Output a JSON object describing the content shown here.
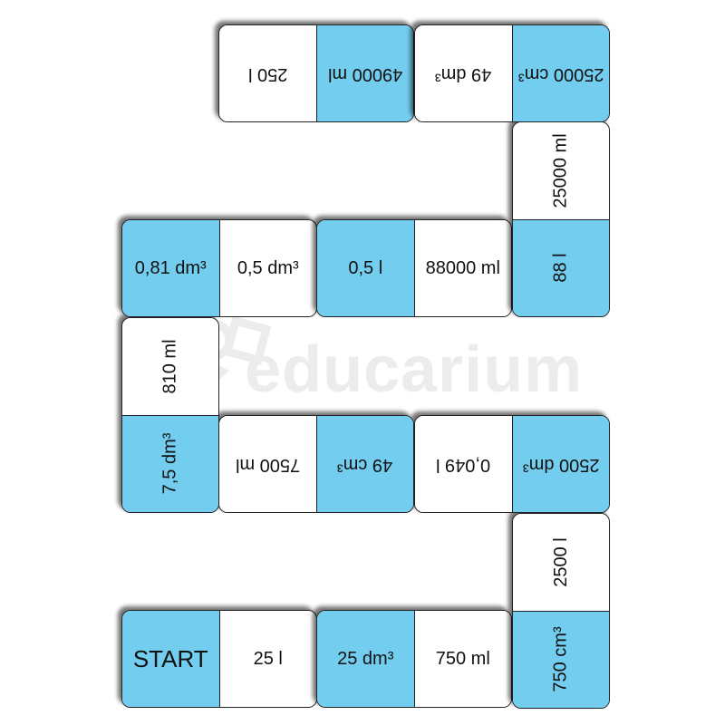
{
  "watermark": "educarium",
  "colors": {
    "blue": "#73cdef",
    "white": "#ffffff",
    "border": "#222222"
  },
  "dominoes": [
    {
      "cells": [
        "START",
        "25 l"
      ]
    },
    {
      "cells": [
        "25 dm³",
        "750 ml"
      ]
    },
    {
      "cells": [
        "2500 l",
        "750 cm³"
      ]
    },
    {
      "cells": [
        "0,049 l",
        "2500 dm³"
      ]
    },
    {
      "cells": [
        "7500 ml",
        "49 cm³"
      ]
    },
    {
      "cells": [
        "810 ml",
        "7,5 dm³"
      ]
    },
    {
      "cells": [
        "0,81 dm³",
        "0,5 dm³"
      ]
    },
    {
      "cells": [
        "0,5 l",
        "88000 ml"
      ]
    },
    {
      "cells": [
        "25000 ml",
        "88 l"
      ]
    },
    {
      "cells": [
        "250 l",
        "49000 ml"
      ]
    },
    {
      "cells": [
        "49 dm³",
        "25000 cm³"
      ]
    }
  ]
}
